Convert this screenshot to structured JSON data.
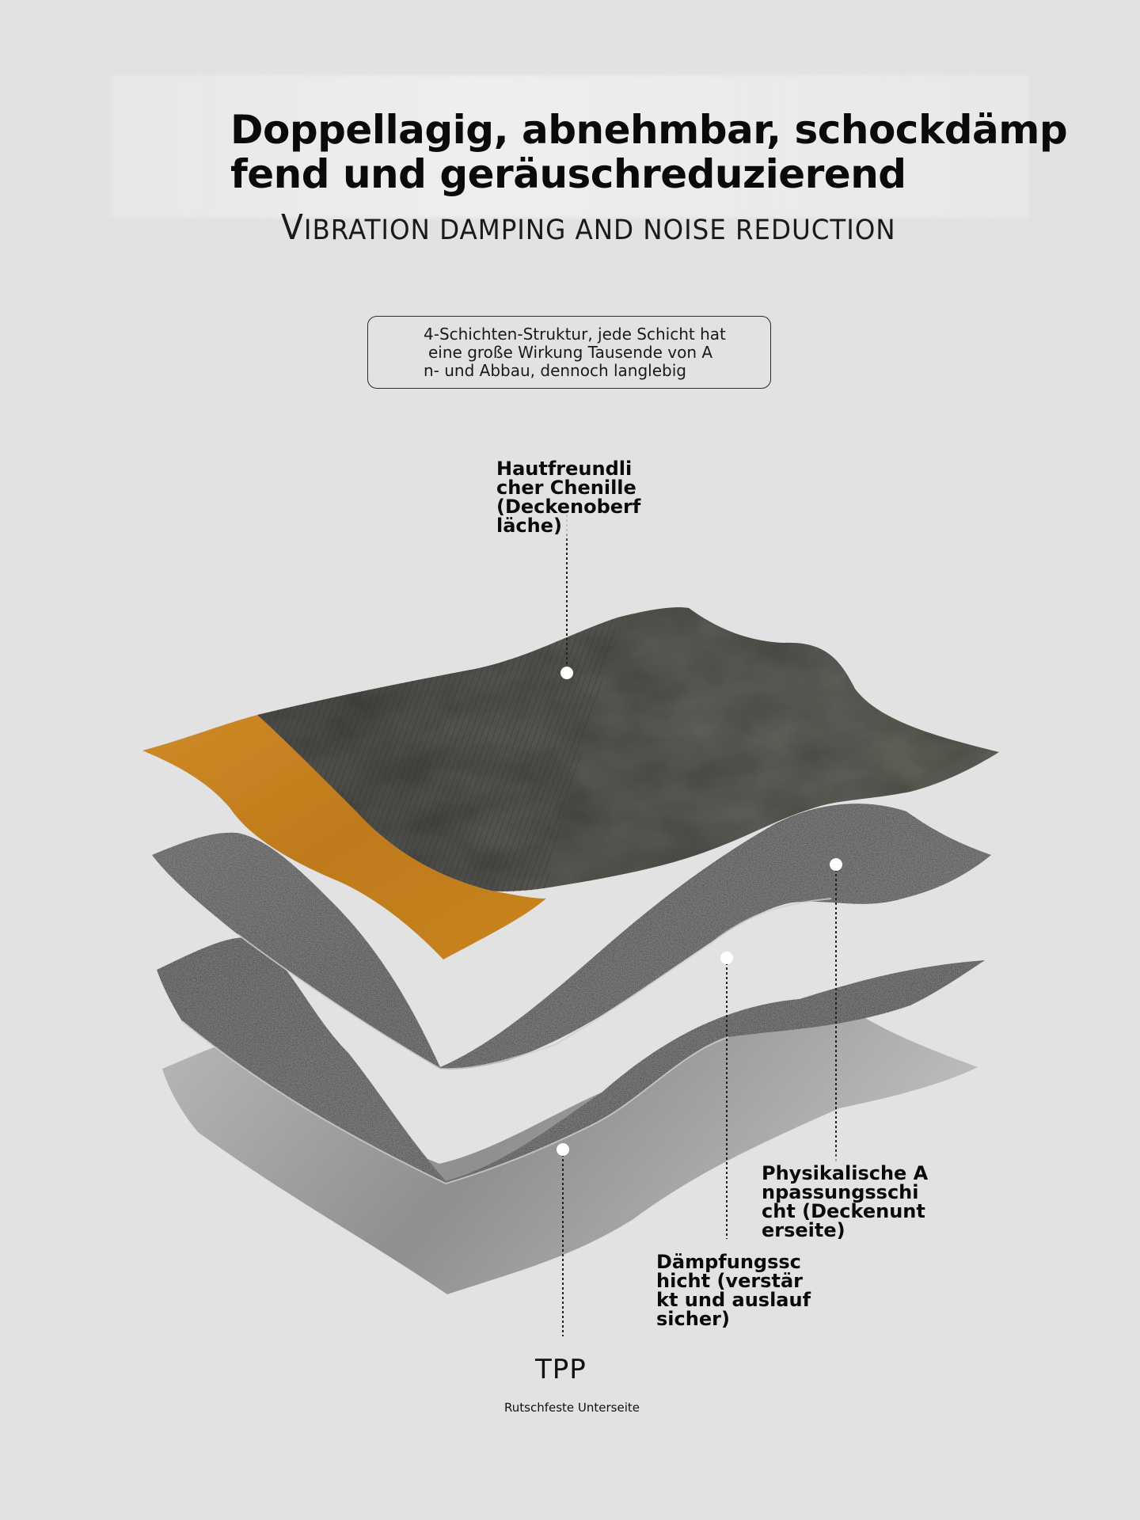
{
  "header": {
    "title_line1": "Doppellagig, abnehmbar, schockdämp",
    "title_line2": "fend und geräuschreduzierend",
    "subtitle_first": "V",
    "subtitle_rest": "IBRATION DAMPING AND NOISE REDUCTION"
  },
  "intro": {
    "line1": "4-Schichten-Struktur, jede Schicht hat",
    "line2": "eine große Wirkung Tausende von A",
    "line3": "n- und Abbau, dennoch langlebig"
  },
  "callouts": {
    "top_layer": {
      "line1": "Hautfreundli",
      "line2": "cher Chenille",
      "line3": "(Deckenoberf",
      "line4": "läche)"
    },
    "adapt_layer": {
      "line1": "Physikalische A",
      "line2": "npassungsschi",
      "line3": "cht (Deckenunt",
      "line4": "erseite)"
    },
    "damping_layer": {
      "line1": "Dämpfungssc",
      "line2": "hicht (verstär",
      "line3": "kt und auslauf",
      "line4": "sicher)"
    },
    "bottom_layer": {
      "title": "TPP",
      "subtitle": "Rutschfeste Unterseite"
    }
  },
  "colors": {
    "background": "#e2e2e2",
    "chenille_gray": "#5d5d59",
    "chenille_orange": "#c9821f",
    "adapt_layer": "#3c3c3c",
    "damping_layer": "#2c2c2c",
    "tpp_layer": "#a9a9a9"
  }
}
